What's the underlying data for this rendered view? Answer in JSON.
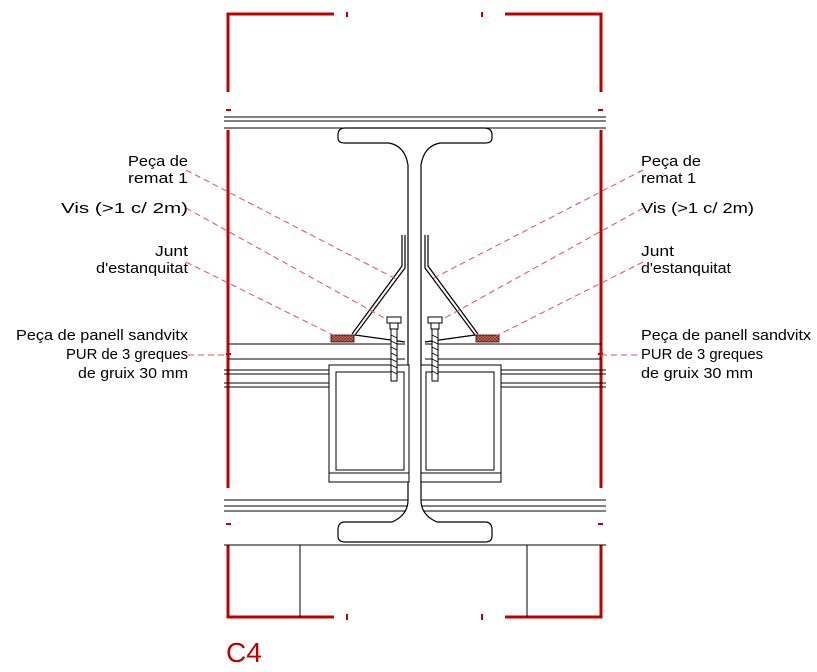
{
  "drawing": {
    "title": "C4",
    "labels": {
      "left": {
        "remat_1": "Peça de",
        "remat_2": "remat 1",
        "vis": "Vis (>1 c/ 2m)",
        "junt_1": "Junt",
        "junt_2": "d'estanquitat",
        "panell_1": "Peça de panell sandvitx",
        "panell_2": "PUR de 3 greques",
        "panell_3": "de gruix 30 mm"
      },
      "right": {
        "remat_1": "Peça de",
        "remat_2": "remat 1",
        "vis": "Vis (>1 c/ 2m)",
        "junt_1": "Junt",
        "junt_2": "d'estanquitat",
        "panell_1": "Peça de panell sandvitx",
        "panell_2": "PUR de 3 greques",
        "panell_3": "de gruix 30 mm"
      }
    },
    "colors": {
      "line": "#000000",
      "frame": "#c00000",
      "leader": "#e05050",
      "seal": "#a33a2a"
    }
  }
}
